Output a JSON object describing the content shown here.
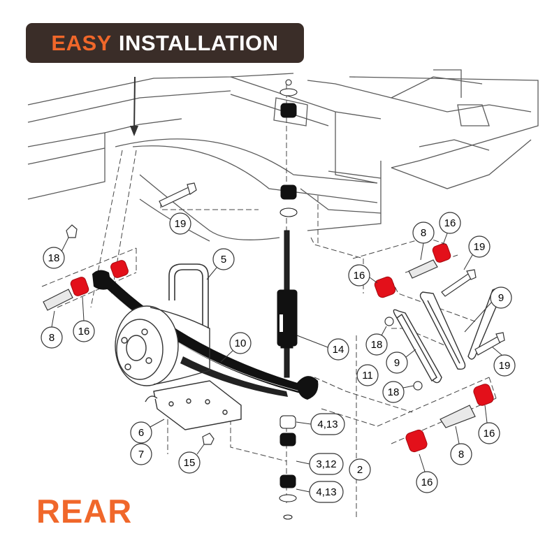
{
  "banner": {
    "word1": "EASY",
    "word2": "INSTALLATION"
  },
  "bottom_label": "REAR",
  "colors": {
    "accent": "#f0672a",
    "banner_bg": "#3a2d28",
    "bushing": "#e3101a",
    "line": "#4a4a4a"
  },
  "callouts": [
    "19",
    "18",
    "8",
    "16",
    "5",
    "10",
    "14",
    "11",
    "8",
    "16",
    "19",
    "16",
    "9",
    "18",
    "9",
    "19",
    "18",
    "16",
    "8",
    "16",
    "6",
    "7",
    "15",
    "4,13",
    "3,12",
    "2",
    "4,13"
  ]
}
